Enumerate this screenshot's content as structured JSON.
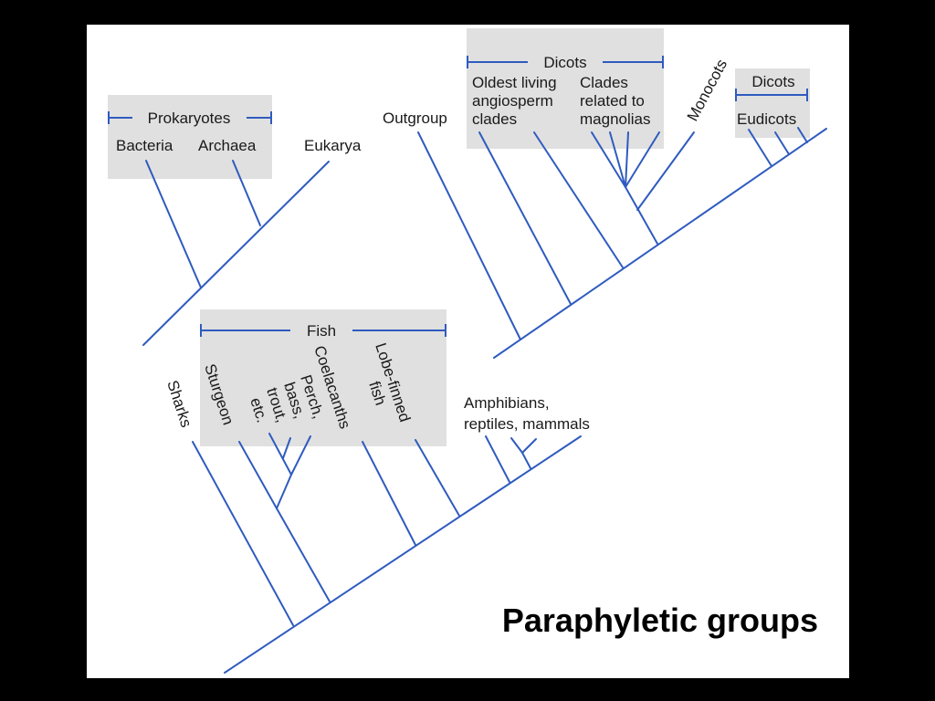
{
  "title": "Paraphyletic groups",
  "colors": {
    "branch": "#2f5bbf",
    "shade": "#e0e0e0",
    "background": "#000000",
    "slide": "#ffffff"
  },
  "trees": {
    "life": {
      "group_label": "Prokaryotes",
      "taxa": [
        "Bacteria",
        "Archaea",
        "Eukarya"
      ]
    },
    "plants": {
      "group_label_1": "Dicots",
      "group_label_2": "Dicots",
      "taxa": {
        "outgroup": "Outgroup",
        "oldest_line1": "Oldest living",
        "oldest_line2": "angiosperm",
        "oldest_line3": "clades",
        "clades_line1": "Clades",
        "clades_line2": "related to",
        "clades_line3": "magnolias",
        "monocots": "Monocots",
        "eudicots": "Eudicots"
      }
    },
    "vertebrates": {
      "group_label": "Fish",
      "taxa": {
        "sharks": "Sharks",
        "sturgeon": "Sturgeon",
        "perch_line1": "Perch,",
        "perch_line2": "bass,",
        "perch_line3": "trout,",
        "perch_line4": "etc.",
        "coelacanths": "Coelacanths",
        "lobe_line1": "Lobe-finned",
        "lobe_line2": "fish",
        "amph_line1": "Amphibians,",
        "amph_line2": "reptiles, mammals"
      }
    }
  }
}
